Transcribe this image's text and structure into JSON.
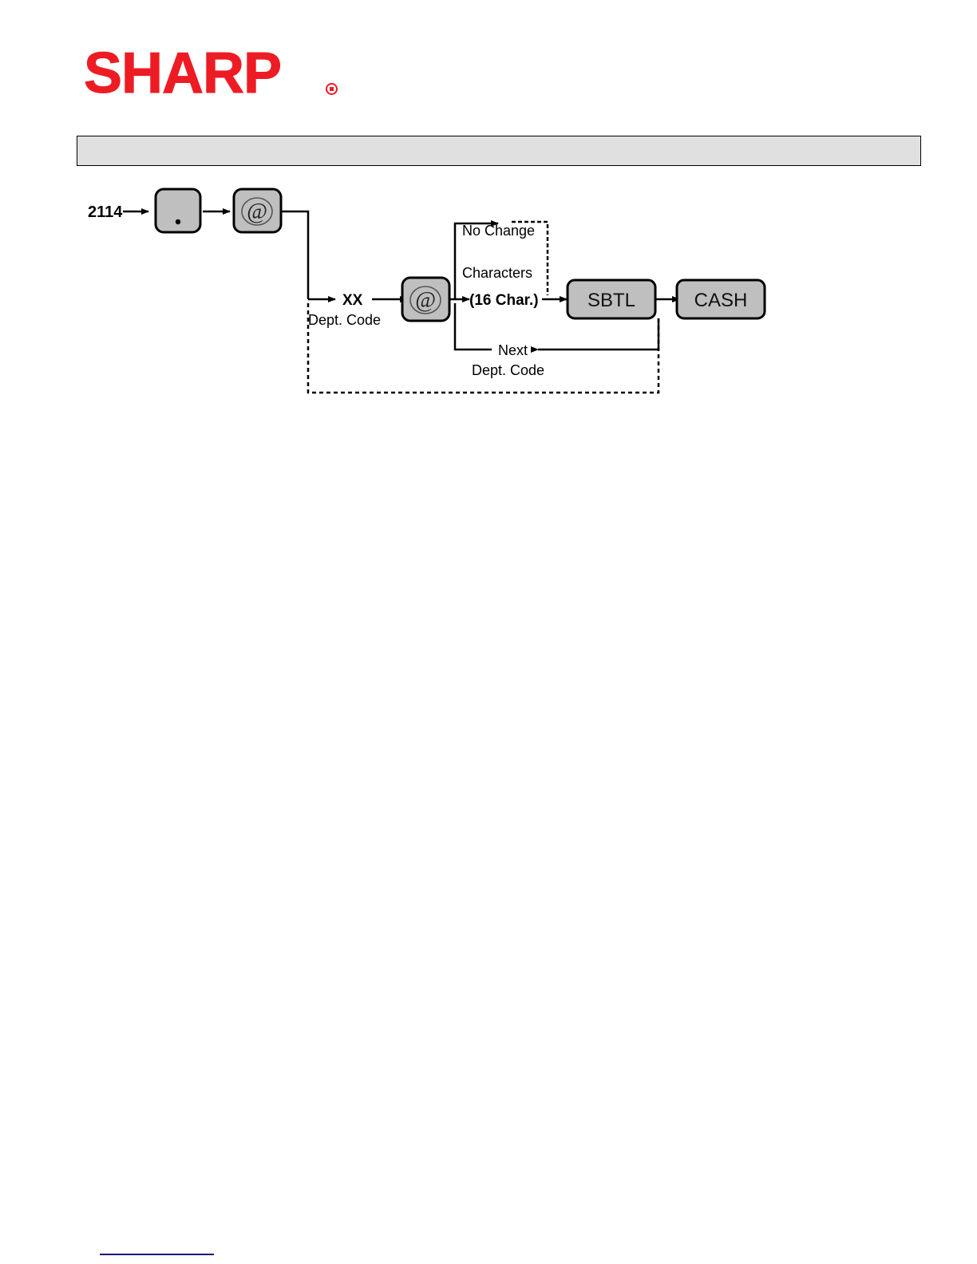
{
  "brand": {
    "name": "SHARP",
    "registered_mark": "registered-trademark",
    "color": "#ED1C24"
  },
  "title_bar": {
    "text": "",
    "background": "#E0E0E0",
    "border": "#000000"
  },
  "diagram": {
    "type": "programming-sequence-flow",
    "key_fill": "#BFBFBF",
    "line_color": "#000000",
    "start_label": "2114",
    "nodes": [
      {
        "id": "key-decimal",
        "label": ".",
        "shape": "rounded-key",
        "kind": "key"
      },
      {
        "id": "key-at-1",
        "label": "@",
        "shape": "rounded-key",
        "kind": "key"
      },
      {
        "id": "key-at-2",
        "label": "@",
        "shape": "rounded-key",
        "kind": "key"
      },
      {
        "id": "key-sbtl",
        "label": "SBTL",
        "shape": "rounded-key",
        "kind": "key"
      },
      {
        "id": "key-cash",
        "label": "CASH",
        "shape": "rounded-key",
        "kind": "key"
      }
    ],
    "labels": {
      "dept_code_value": "XX",
      "dept_code_caption": "Dept. Code",
      "no_change": "No Change",
      "characters": "Characters",
      "characters_limit": "(16 Char.)",
      "next": "Next",
      "next_dept_code": "Dept. Code"
    }
  },
  "footer": {
    "rule_color": "#0f0f7a"
  }
}
